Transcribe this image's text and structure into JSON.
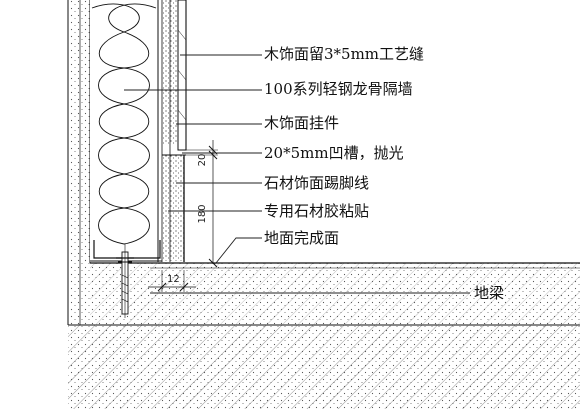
{
  "labels": {
    "gap_groove": "木饰面留3*5mm工艺缝",
    "steel_partition": "100系列轻钢龙骨隔墙",
    "wood_hanger": "木饰面挂件",
    "recess_polish": "20*5mm凹槽，抛光",
    "stone_skirting": "石材饰面踢脚线",
    "stone_adhesive": "专用石材胶粘贴",
    "finished_floor": "地面完成面",
    "ground_beam": "地梁"
  },
  "dimensions": {
    "recess_height": "20",
    "skirting_height": "180",
    "gap_width": "12"
  },
  "colors": {
    "line": "#111111",
    "hatch": "#555555",
    "leader": "#222222"
  }
}
